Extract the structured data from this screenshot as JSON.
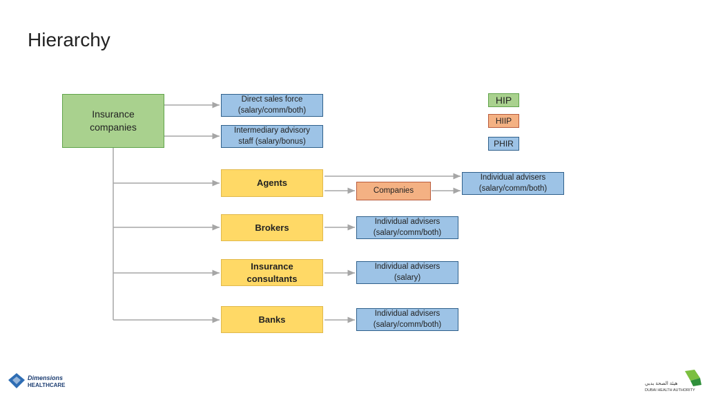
{
  "title": "Hierarchy",
  "nodes": {
    "insurance_companies": "Insurance companies",
    "direct_sales_force": "Direct sales force (salary/comm/both)",
    "intermediary_staff": "Intermediary advisory staff (salary/bonus)",
    "agents": "Agents",
    "brokers": "Brokers",
    "insurance_consultants": "Insurance consultants",
    "banks": "Banks",
    "companies": "Companies",
    "agents_advisers": "Individual advisers (salary/comm/both)",
    "brokers_advisers": "Individual advisers (salary/comm/both)",
    "consultants_advisers": "Individual advisers (salary)",
    "banks_advisers": "Individual advisers (salary/comm/both)"
  },
  "legend": {
    "hip": "HIP",
    "hiip": "HIIP",
    "phir": "PHIR"
  },
  "colors": {
    "green": "#a9d18e",
    "blue": "#9dc3e6",
    "yellow": "#ffd966",
    "orange": "#f4b183",
    "connector": "#a6a6a6"
  },
  "logos": {
    "left_line1": "Dimensions",
    "left_line2": "HEALTHCARE",
    "right_line1": "هيئة الصحة بدبي",
    "right_line2": "DUBAI HEALTH AUTHORITY"
  }
}
